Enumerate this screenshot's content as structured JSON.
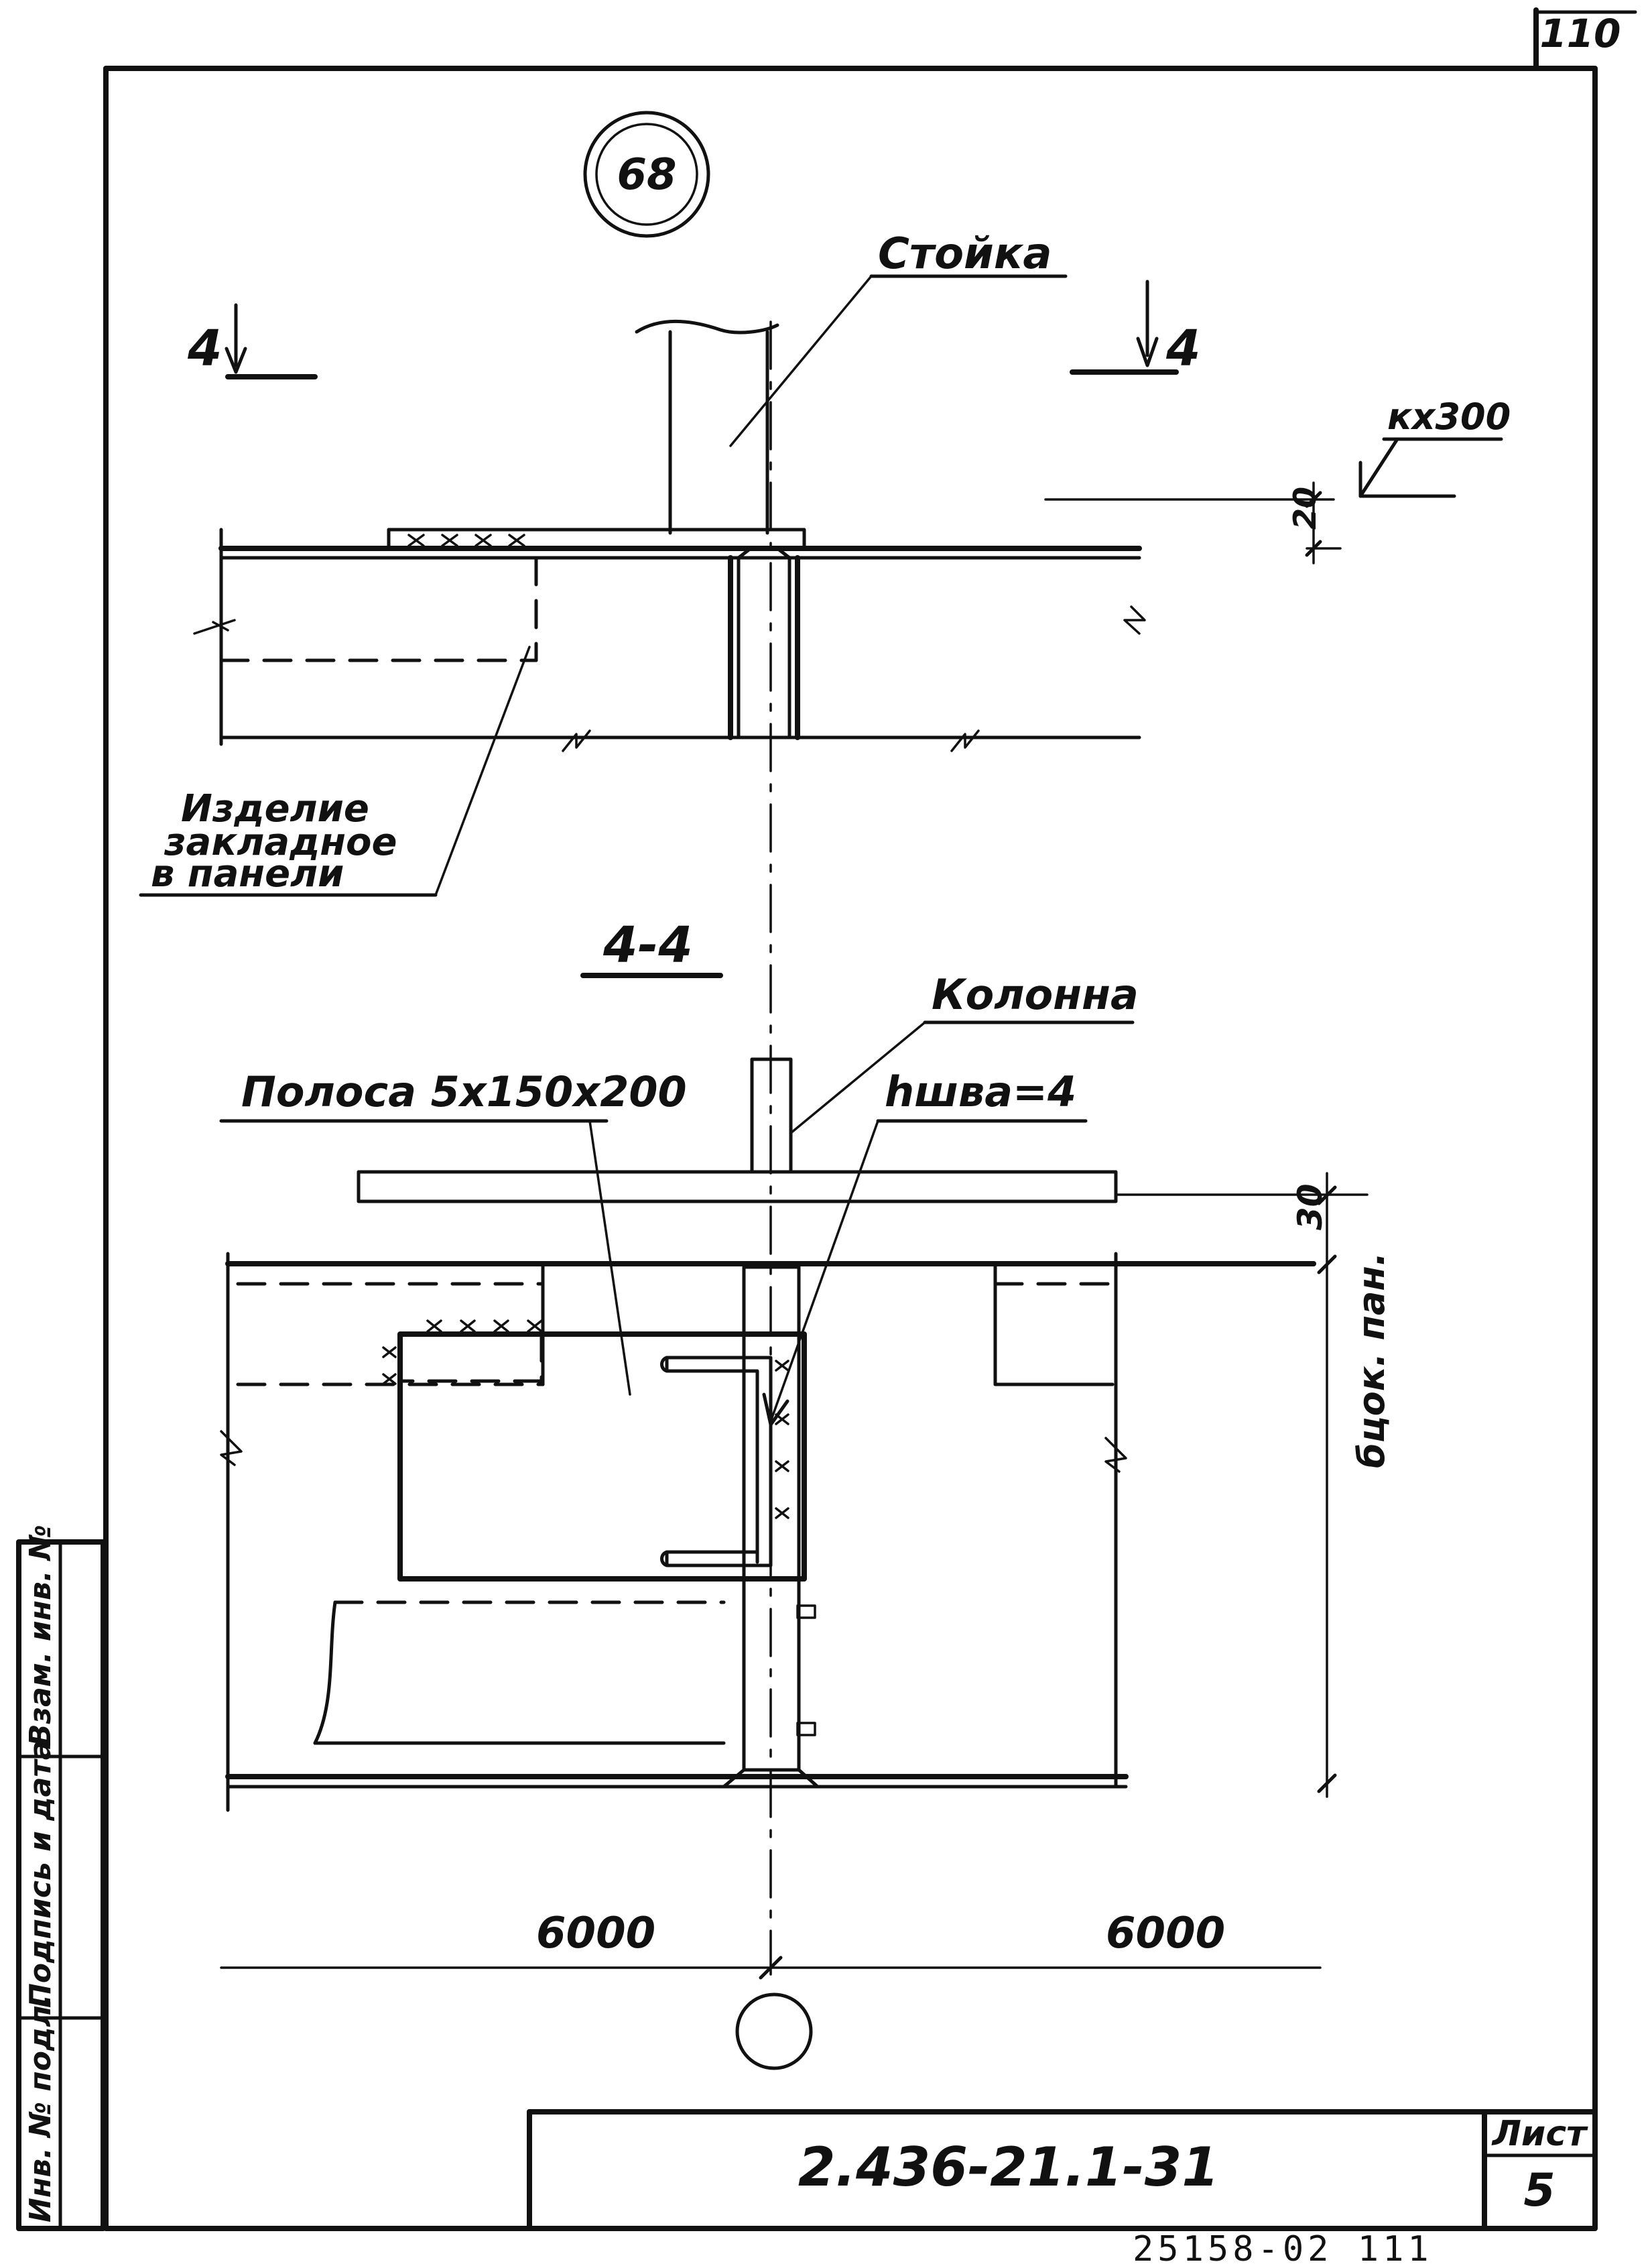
{
  "sheet_corner_number": "110",
  "detail_marker": "68",
  "labels": {
    "stoyka": "Стойка",
    "section_mark_left": "4",
    "section_mark_right": "4",
    "weld_top": "кx300",
    "dim_20": "20",
    "izdelie_line1": "Изделие",
    "izdelie_line2": "закладное",
    "izdelie_line3": "в панели",
    "section_title": "4-4",
    "kolonna": "Колонна",
    "polosa": "Полоса 5х150х200",
    "weld_size": "hшва=4",
    "dim_30": "30",
    "dim_panel": "бцок. пан.",
    "span_left": "6000",
    "span_right": "6000"
  },
  "title_block": {
    "designation": "2.436-21.1-31",
    "sheet_label": "Лист",
    "sheet_number": "5"
  },
  "side_stamp": {
    "cell1": "Инв. № подл.",
    "cell2": "Подпись и дата",
    "cell3": "Взам. инв. №"
  },
  "archive_number": "25158-02 111"
}
